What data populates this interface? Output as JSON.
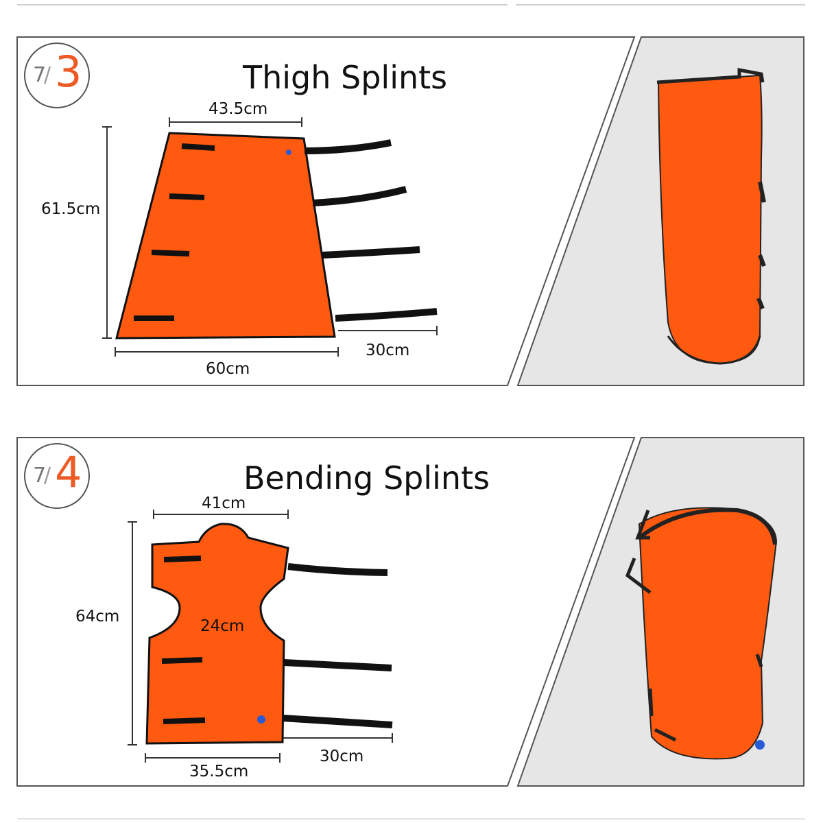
{
  "panels": [
    {
      "badge": {
        "prefix": "7",
        "number": "3"
      },
      "title": "Thigh Splints",
      "dims": {
        "top_width": "43.5cm",
        "height": "61.5cm",
        "bottom_width": "60cm",
        "strap_length": "30cm"
      }
    },
    {
      "badge": {
        "prefix": "7",
        "number": "4"
      },
      "title": "Bending Splints",
      "dims": {
        "top_width": "41cm",
        "height": "64cm",
        "waist_width": "24cm",
        "bottom_width": "35.5cm",
        "strap_length": "30cm"
      }
    }
  ],
  "colors": {
    "splint_orange": "#ff5a10",
    "strap": "#1a1a1a",
    "badge_number": "#ee5a24",
    "photo_bg": "#e6e6e6",
    "frame": "#555555"
  }
}
